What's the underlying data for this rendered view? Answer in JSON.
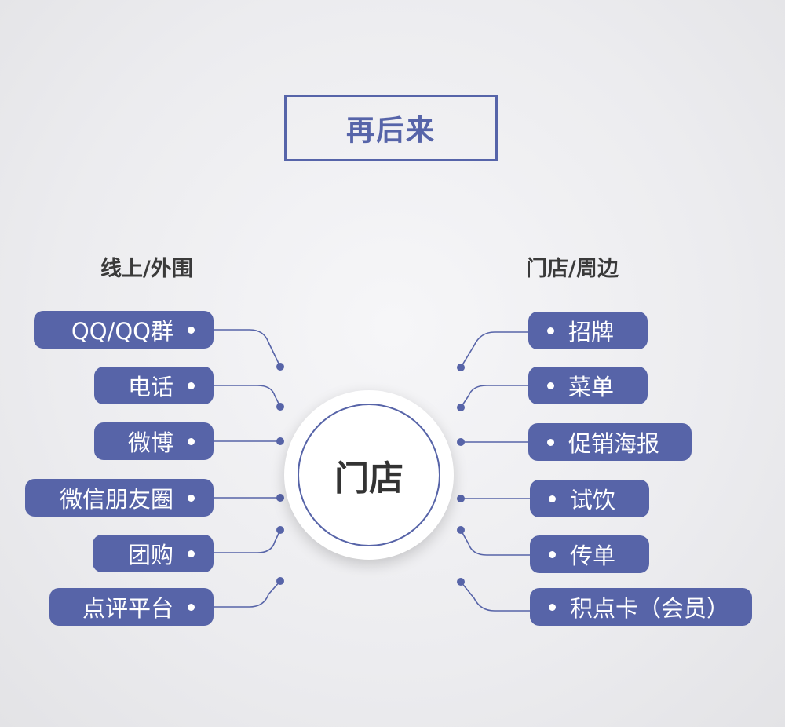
{
  "title": "再后来",
  "center": "门店",
  "left_heading": "线上/外围",
  "right_heading": "门店/周边",
  "left_items": [
    "QQ/QQ群",
    "电话",
    "微博",
    "微信朋友圈",
    "团购",
    "点评平台"
  ],
  "right_items": [
    "招牌",
    "菜单",
    "促销海报",
    "试饮",
    "传单",
    "积点卡（会员）"
  ],
  "colors": {
    "accent": "#5764a8",
    "text": "#333333",
    "background": "#ececef"
  }
}
